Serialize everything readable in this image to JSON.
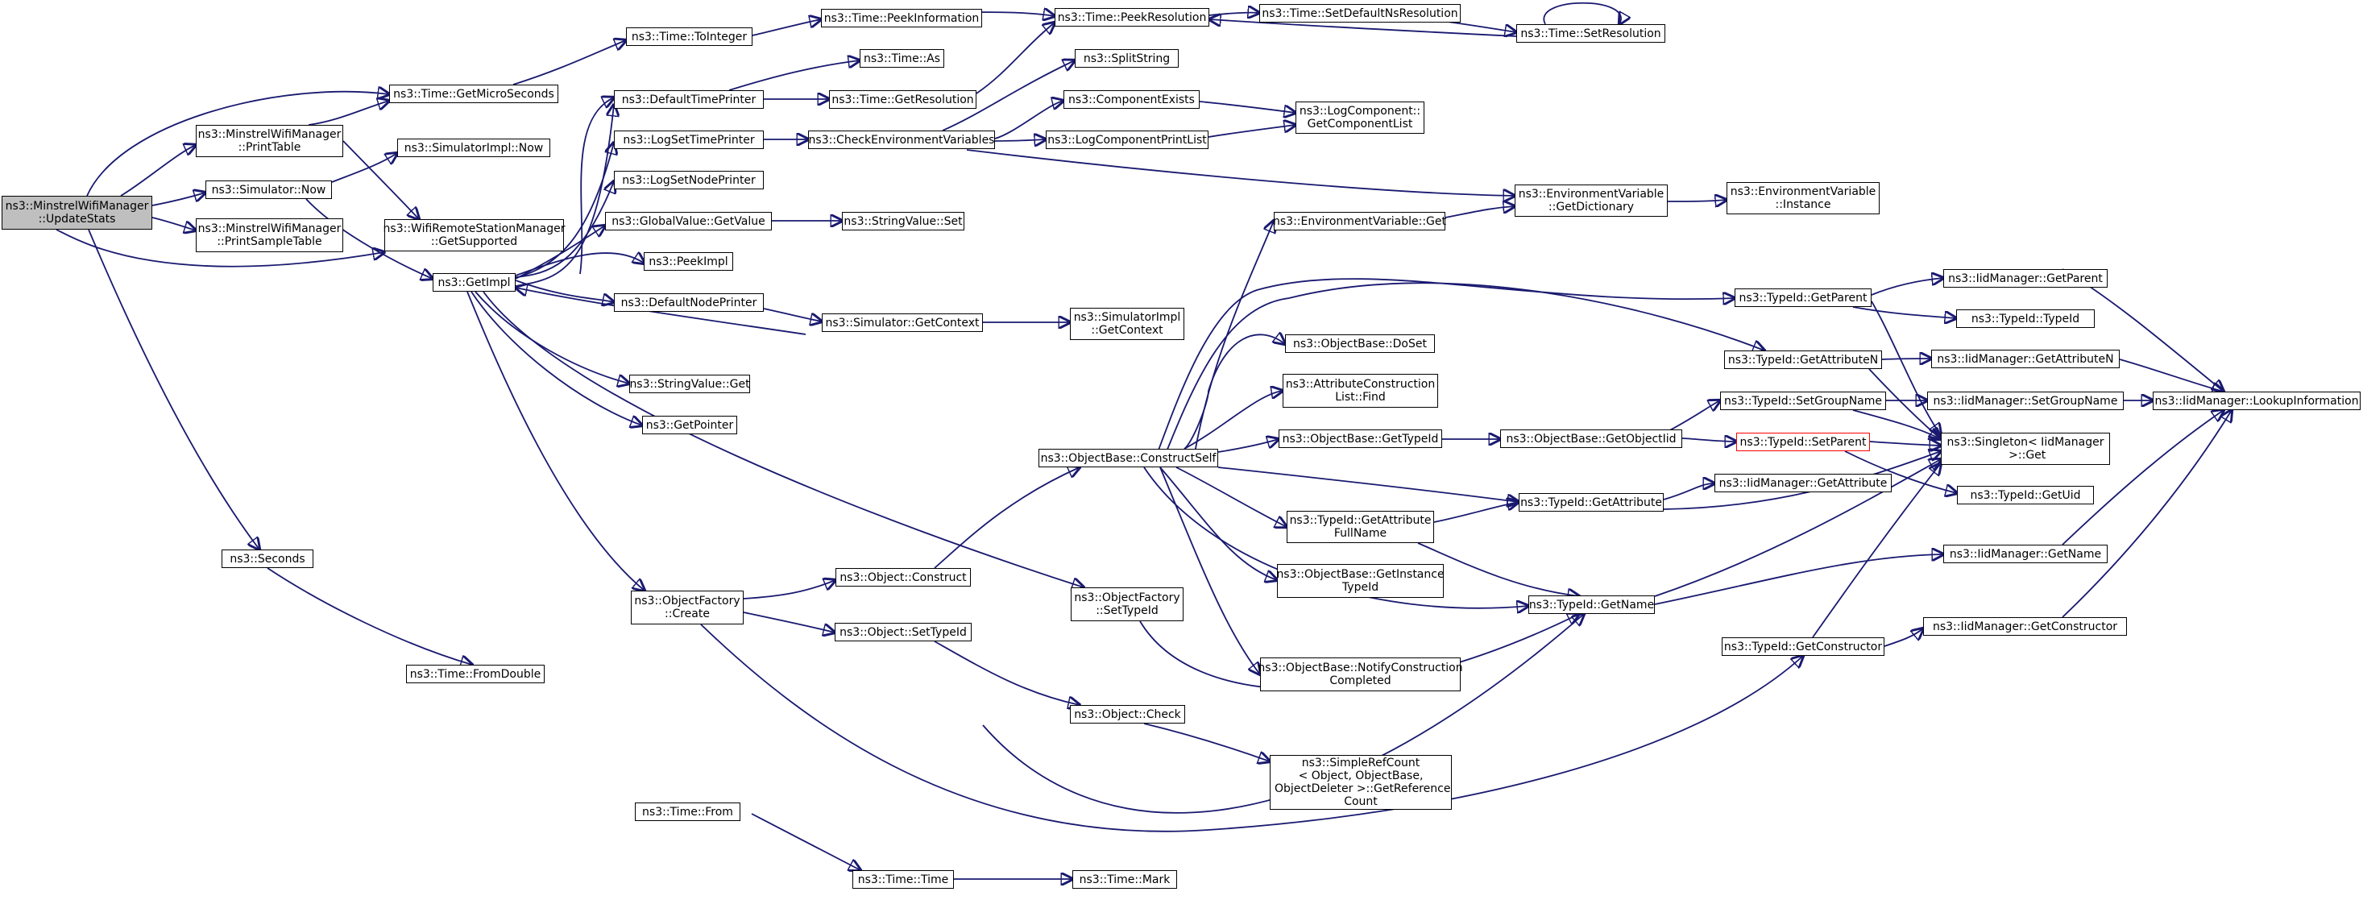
{
  "colors": {
    "edge": "#191970",
    "node_border": "#000000",
    "root_fill": "#bfbfbf",
    "highlight_border": "#ff0000"
  },
  "nodes": {
    "update_stats": "ns3::MinstrelWifiManager\n::UpdateStats",
    "print_table": "ns3::MinstrelWifiManager\n::PrintTable",
    "print_sample_table": "ns3::MinstrelWifiManager\n::PrintSampleTable",
    "simulator_now": "ns3::Simulator::Now",
    "seconds": "ns3::Seconds",
    "get_micro_seconds": "ns3::Time::GetMicroSeconds",
    "simulator_impl_now": "ns3::SimulatorImpl::Now",
    "wifi_get_supported": "ns3::WifiRemoteStationManager\n::GetSupported",
    "get_impl": "ns3::GetImpl",
    "time_from_double": "ns3::Time::FromDouble",
    "time_to_integer": "ns3::Time::ToInteger",
    "default_time_printer": "ns3::DefaultTimePrinter",
    "log_set_time_printer": "ns3::LogSetTimePrinter",
    "log_set_node_printer": "ns3::LogSetNodePrinter",
    "global_value_get_value": "ns3::GlobalValue::GetValue",
    "peek_impl": "ns3::PeekImpl",
    "default_node_printer": "ns3::DefaultNodePrinter",
    "string_value_get": "ns3::StringValue::Get",
    "get_pointer": "ns3::GetPointer",
    "object_factory_create": "ns3::ObjectFactory\n::Create",
    "time_from": "ns3::Time::From",
    "peek_information": "ns3::Time::PeekInformation",
    "time_as": "ns3::Time::As",
    "get_resolution": "ns3::Time::GetResolution",
    "check_env_vars": "ns3::CheckEnvironmentVariables",
    "string_value_set": "ns3::StringValue::Set",
    "simulator_get_context": "ns3::Simulator::GetContext",
    "object_construct": "ns3::Object::Construct",
    "object_set_type_id": "ns3::Object::SetTypeId",
    "time_time": "ns3::Time::Time",
    "peek_resolution": "ns3::Time::PeekResolution",
    "split_string": "ns3::SplitString",
    "component_exists": "ns3::ComponentExists",
    "log_component_print_list": "ns3::LogComponentPrintList",
    "simulator_impl_get_context": "ns3::SimulatorImpl\n::GetContext",
    "object_base_construct_self": "ns3::ObjectBase::ConstructSelf",
    "object_factory_set_type_id": "ns3::ObjectFactory\n::SetTypeId",
    "object_check": "ns3::Object::Check",
    "time_mark": "ns3::Time::Mark",
    "set_default_ns_resolution": "ns3::Time::SetDefaultNsResolution",
    "env_var_get": "ns3::EnvironmentVariable::Get",
    "object_base_do_set": "ns3::ObjectBase::DoSet",
    "attribute_construction_list_find": "ns3::AttributeConstruction\nList::Find",
    "object_base_get_type_id": "ns3::ObjectBase::GetTypeId",
    "type_id_get_attribute_full_name": "ns3::TypeId::GetAttribute\nFullName",
    "object_base_get_instance_type_id": "ns3::ObjectBase::GetInstance\nTypeId",
    "object_base_notify_construction_completed": "ns3::ObjectBase::NotifyConstruction\nCompleted",
    "simple_ref_count": "ns3::SimpleRefCount\n< Object, ObjectBase,\n ObjectDeleter >::GetReference\nCount",
    "log_component_get_component_list": "ns3::LogComponent::\nGetComponentList",
    "env_var_get_dictionary": "ns3::EnvironmentVariable\n::GetDictionary",
    "object_base_get_object_iid": "ns3::ObjectBase::GetObjectIid",
    "type_id_get_attribute": "ns3::TypeId::GetAttribute",
    "type_id_get_name": "ns3::TypeId::GetName",
    "time_set_resolution": "ns3::Time::SetResolution",
    "env_var_instance": "ns3::EnvironmentVariable\n::Instance",
    "type_id_get_parent": "ns3::TypeId::GetParent",
    "type_id_get_attribute_n": "ns3::TypeId::GetAttributeN",
    "type_id_set_group_name": "ns3::TypeId::SetGroupName",
    "type_id_set_parent": "ns3::TypeId::SetParent",
    "type_id_get_constructor": "ns3::TypeId::GetConstructor",
    "iid_manager_get_parent": "ns3::IidManager::GetParent",
    "type_id_type_id": "ns3::TypeId::TypeId",
    "iid_manager_get_attribute_n": "ns3::IidManager::GetAttributeN",
    "iid_manager_set_group_name": "ns3::IidManager::SetGroupName",
    "singleton_get": "ns3::Singleton< IidManager\n >::Get",
    "type_id_get_uid": "ns3::TypeId::GetUid",
    "iid_manager_get_attribute": "ns3::IidManager::GetAttribute",
    "iid_manager_get_name": "ns3::IidManager::GetName",
    "iid_manager_get_constructor": "ns3::IidManager::GetConstructor",
    "iid_manager_lookup_information": "ns3::IidManager::LookupInformation"
  }
}
